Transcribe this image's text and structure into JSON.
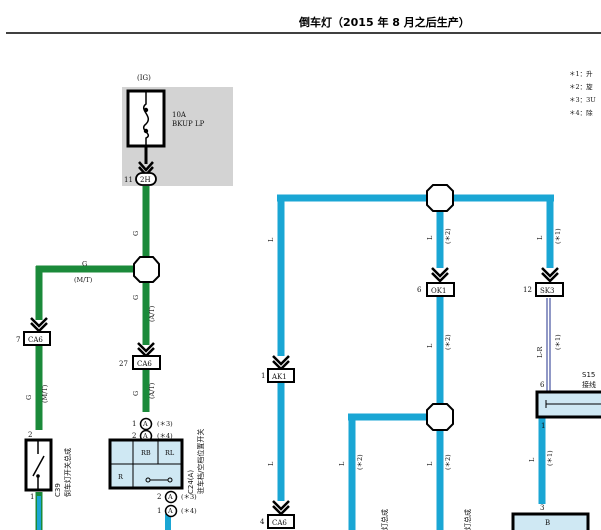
{
  "title": "倒车灯（2015 年 8 月之后生产）",
  "notes": [
    "＊1：升",
    "＊2：旋",
    "＊3：3U",
    "＊4：除"
  ],
  "power": {
    "source": "(IG)",
    "fuse_rating": "10A",
    "fuse_name": "BKUP LP",
    "pin": "11",
    "connector": "2H"
  },
  "wire": {
    "g": "G",
    "l": "L",
    "mt": "(M/T)",
    "at": "(A/T)",
    "lr": "L-R"
  },
  "conn": {
    "ca6": "CA6",
    "ak1": "AK1",
    "ok1": "OK1",
    "sk3": "SK3",
    "pin7": "7",
    "pin27": "27",
    "pin1": "1",
    "pin6": "6",
    "pin12": "12",
    "pin4": "4",
    "pin2": "2",
    "pin3": "3"
  },
  "marks": {
    "s1": "(＊1)",
    "s2": "(＊2)",
    "s3": "(＊3)",
    "s4": "(＊4)",
    "a": "A"
  },
  "c39": {
    "id": "C39",
    "name": "倒车灯开关总成"
  },
  "c24": {
    "id": "C24(A)",
    "name": "驻车档/空档位置开关",
    "rb": "RB",
    "rl": "RL",
    "r": "R"
  },
  "s15": {
    "id": "S15",
    "name": "接线"
  },
  "b_box": "B",
  "rh_label": "灯总成",
  "rh_label2": "灯总成"
}
